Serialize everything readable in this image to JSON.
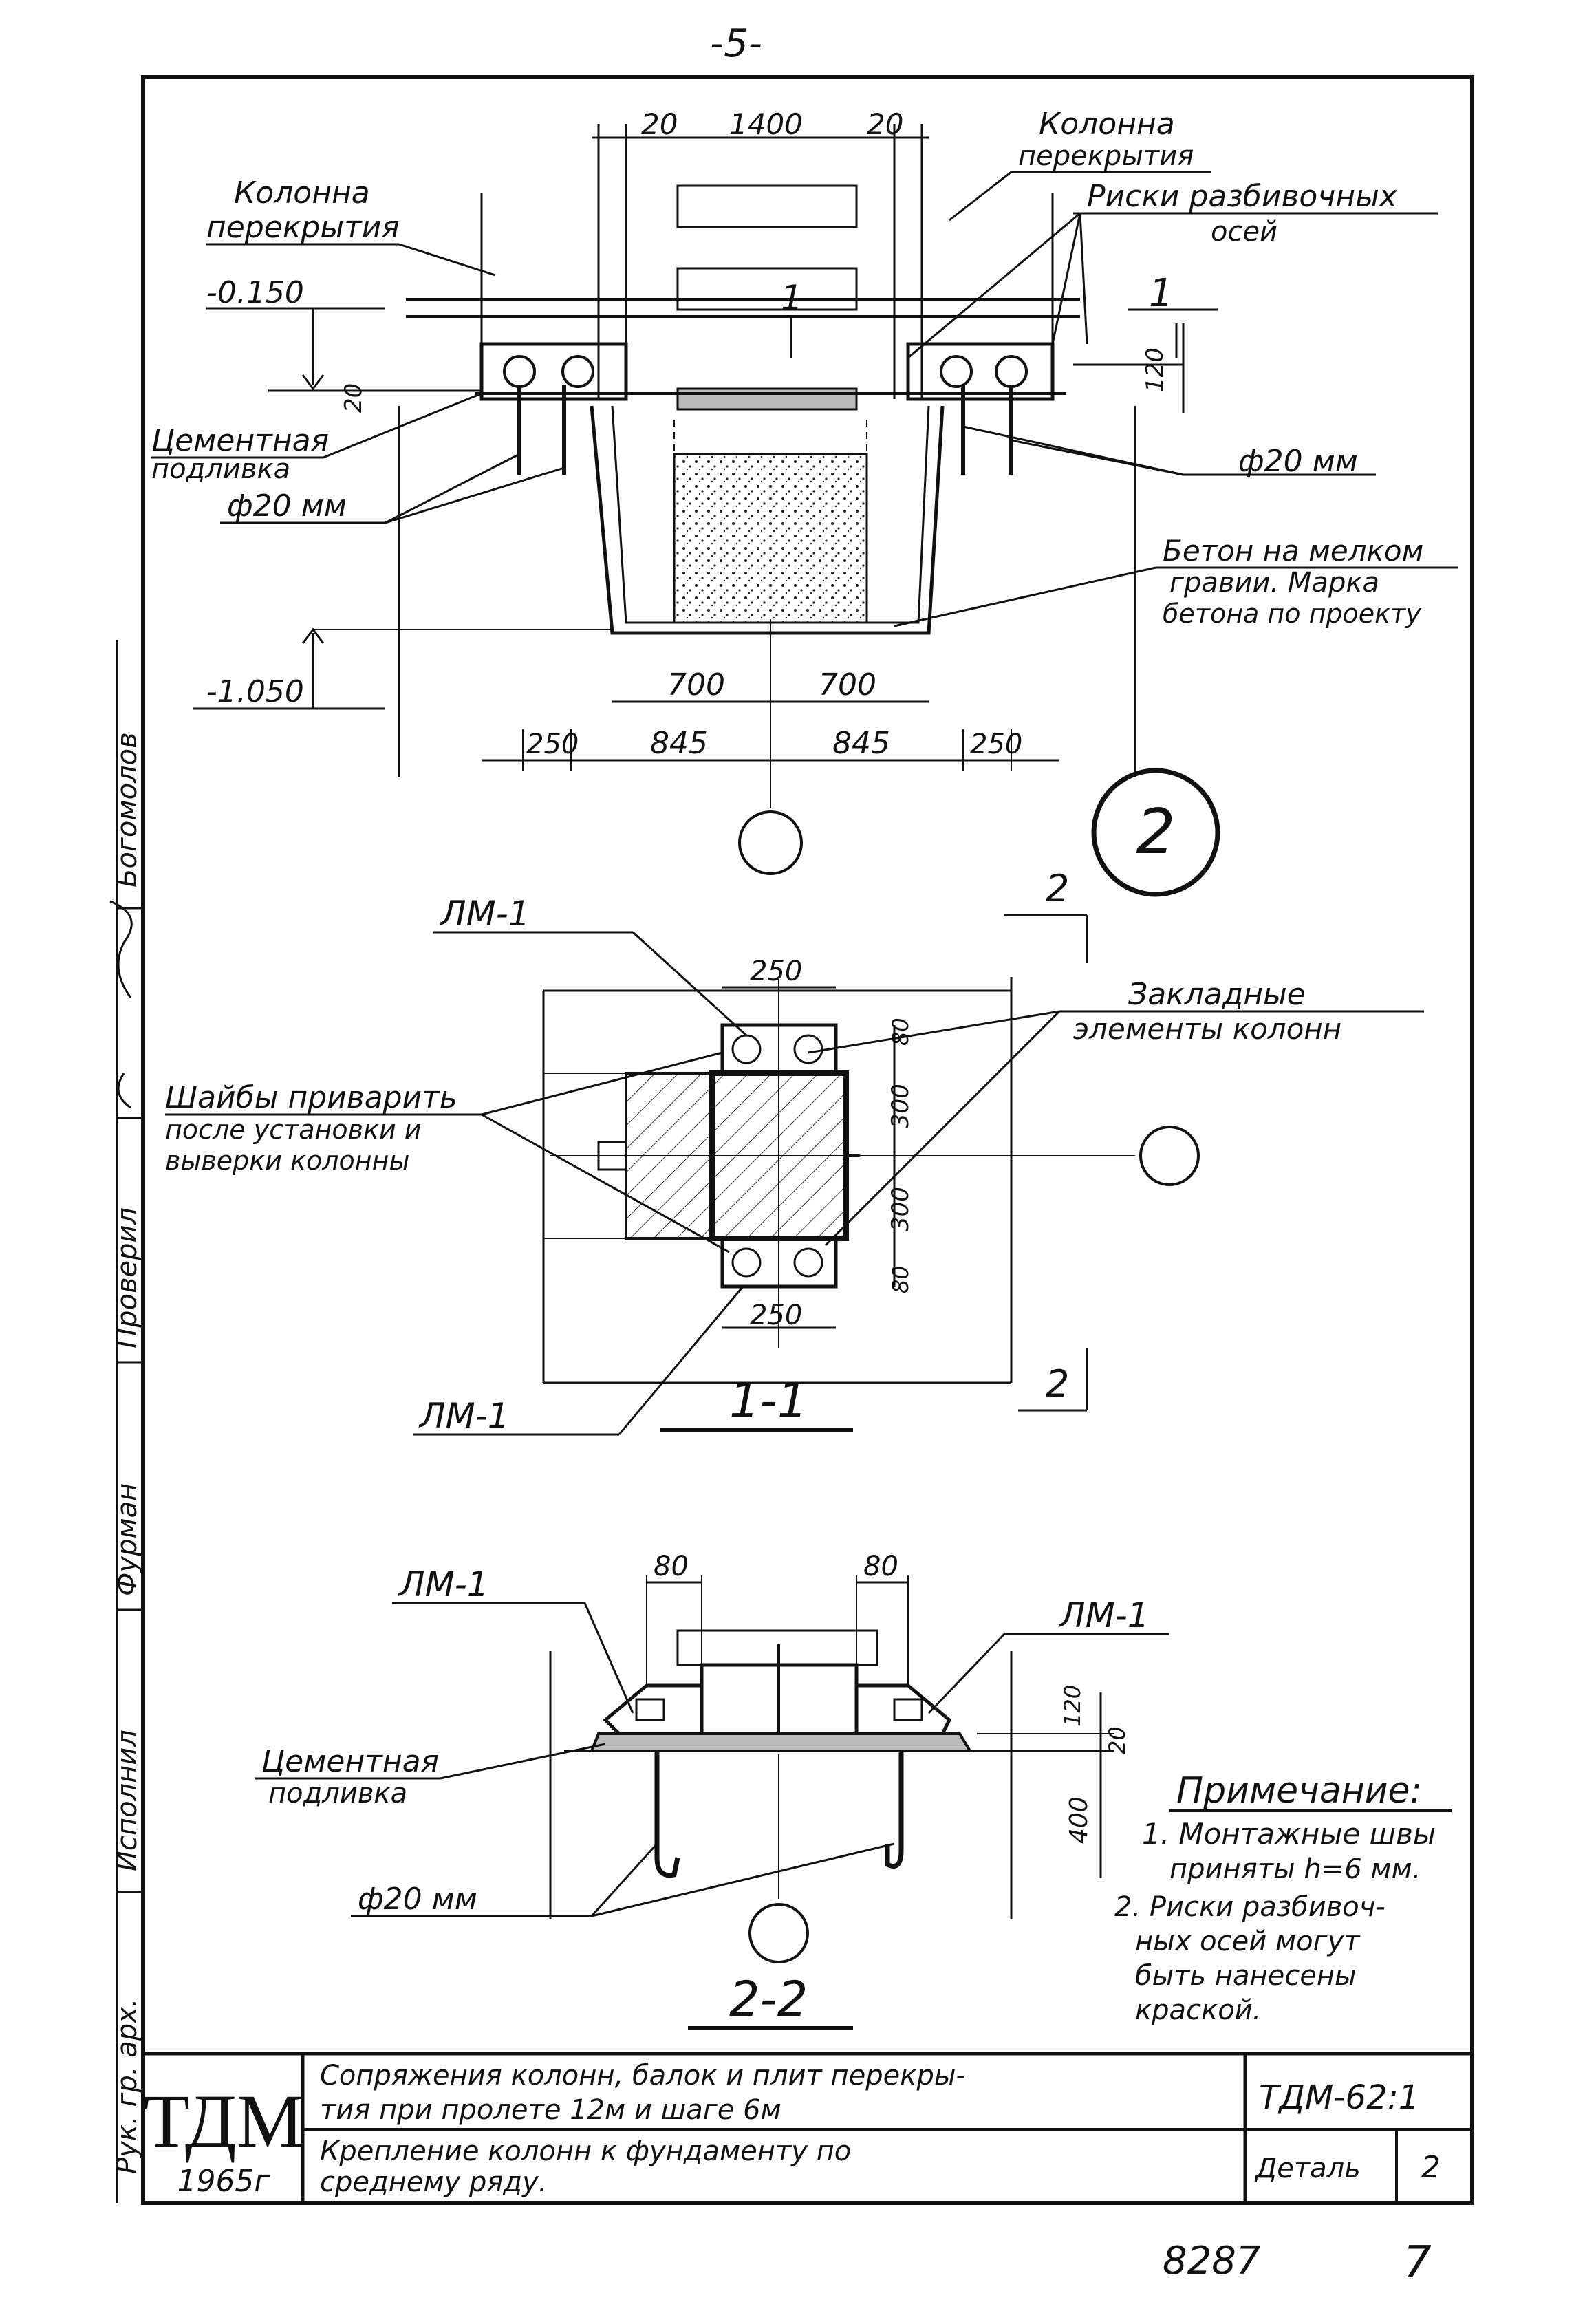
{
  "page_number": "-5-",
  "bottom_numbers": {
    "left": "8287",
    "right": "7"
  },
  "detail_mark": "2",
  "section1": {
    "dims_top": [
      "20",
      "1400",
      "20"
    ],
    "label_column_left": [
      "Колонна",
      "перекрытия"
    ],
    "label_column_right": [
      "Колонна",
      "перекрытия"
    ],
    "label_risks": [
      "Риски разбивочных",
      "осей"
    ],
    "level_top": "-0.150",
    "level_bottom": "-1.050",
    "dim_20": "20",
    "dim_120": "120",
    "section_mark": "1",
    "label_cement": [
      "Цементная",
      "подливка"
    ],
    "label_bolt_left": "ф20 мм",
    "label_bolt_right": "ф20 мм",
    "label_concrete": [
      "Бетон на мелком",
      "гравии. Марка",
      "бетона по проекту"
    ],
    "dims_700": [
      "700",
      "700"
    ],
    "dims_bottom": [
      "250",
      "845",
      "845",
      "250"
    ]
  },
  "section2": {
    "label_lm_top": "ЛМ-1",
    "label_lm_bottom": "ЛМ-1",
    "dim_top": "250",
    "dim_bottom": "250",
    "dims_right": [
      "80",
      "300",
      "300",
      "80"
    ],
    "label_embedded": [
      "Закладные",
      "элементы колонн"
    ],
    "label_washers": [
      "Шайбы приварить",
      "после установки и",
      "выверки колонны"
    ],
    "section_mark": "2",
    "title": "1-1"
  },
  "section3": {
    "label_lm_left": "ЛМ-1",
    "label_lm_right": "ЛМ-1",
    "dims_top": [
      "80",
      "80"
    ],
    "dims_right": [
      "120",
      "20",
      "400"
    ],
    "label_cement": [
      "Цементная",
      "подливка"
    ],
    "label_bolt": "ф20 мм",
    "title": "2-2"
  },
  "notes": {
    "heading": "Примечание:",
    "lines": [
      "1. Монтажные швы",
      "приняты h=6 мм.",
      "2. Риски разбивоч-",
      "ных осей могут",
      "быть нанесены",
      "краской."
    ]
  },
  "title_block": {
    "org": "ТДМ",
    "year": "1965г",
    "title_line1": "Сопряжения колонн, балок и плит перекры-",
    "title_line2": "тия при пролете 12м и шаге 6м",
    "subtitle_line1": "Крепление колонн к фундаменту по",
    "subtitle_line2": "среднему ряду.",
    "code": "ТДМ-62:1",
    "detail_label": "Деталь",
    "detail_value": "2"
  },
  "side_stamp": [
    "Богомолов",
    "Проверил",
    "Фурман",
    "Исполнил",
    "Рук. гр. арх."
  ]
}
